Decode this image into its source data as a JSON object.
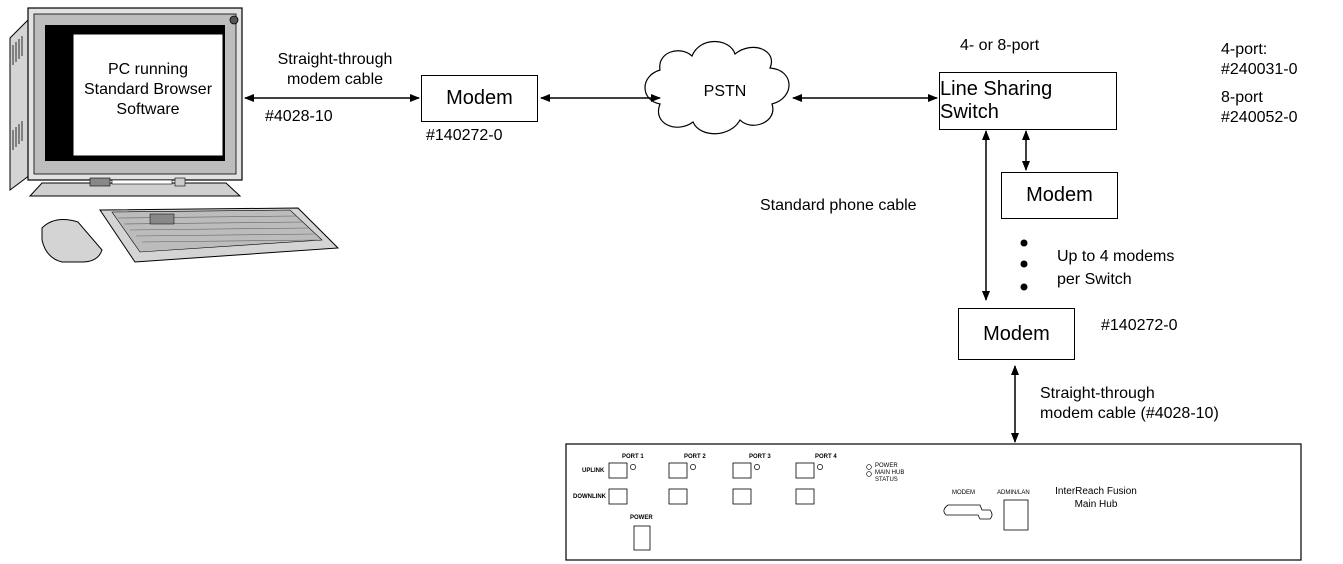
{
  "pc": {
    "label": "PC running Standard Browser Software"
  },
  "cable1": {
    "label_line1": "Straight-through",
    "label_line2": "modem cable",
    "part": "#4028-10"
  },
  "modem1": {
    "label": "Modem",
    "part": "#140272-0"
  },
  "pstn": {
    "label": "PSTN"
  },
  "switch": {
    "label": "Line Sharing Switch",
    "caption": "4- or 8-port",
    "part_4_label": "4-port:",
    "part_4": "#240031-0",
    "part_8_label": "8-port",
    "part_8": "#240052-0"
  },
  "modem2": {
    "label": "Modem"
  },
  "phone_cable": {
    "label": "Standard phone cable"
  },
  "upto": {
    "line1": "Up to 4 modems",
    "line2": "per Switch"
  },
  "modem3": {
    "label": "Modem",
    "part": "#140272-0"
  },
  "cable2": {
    "line1": "Straight-through",
    "line2": "modem cable (#4028-10)"
  },
  "hub": {
    "ports": [
      "PORT 1",
      "PORT 2",
      "PORT 3",
      "PORT 4"
    ],
    "uplink": "UPLINK",
    "downlink": "DOWNLINK",
    "power": "POWER",
    "led_power": "POWER",
    "led_main": "MAIN HUB",
    "led_status": "STATUS",
    "modem": "MODEM",
    "admin_lan": "ADMIN/LAN",
    "name_line1": "InterReach Fusion",
    "name_line2": "Main Hub"
  }
}
